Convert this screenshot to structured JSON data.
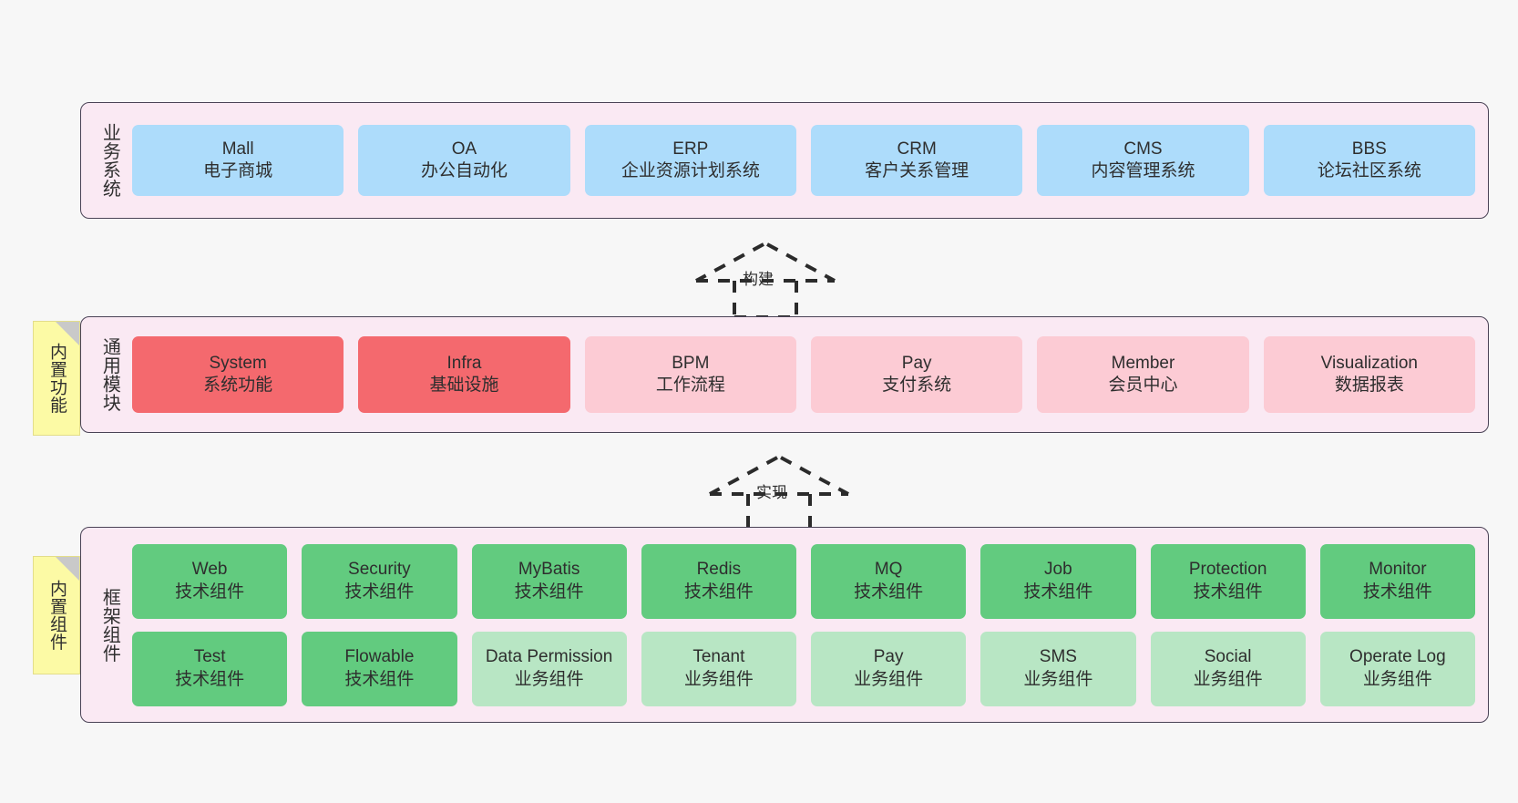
{
  "diagram": {
    "background_color": "#f7f7f7",
    "layer_fill": "#fae9f3",
    "layer_border": "#4a4356",
    "sticky_color": "#fcfaa5",
    "colors": {
      "business": "#addcfb",
      "module_core": "#f4696e",
      "module_ext": "#fccbd4",
      "tech_component": "#62cb7f",
      "biz_component": "#b8e6c4"
    }
  },
  "layers": [
    {
      "id": "business",
      "title": "业务系统",
      "rows": [
        {
          "cards": [
            {
              "en": "Mall",
              "cn": "电子商城",
              "color": "blue"
            },
            {
              "en": "OA",
              "cn": "办公自动化",
              "color": "blue"
            },
            {
              "en": "ERP",
              "cn": "企业资源计划系统",
              "color": "blue"
            },
            {
              "en": "CRM",
              "cn": "客户关系管理",
              "color": "blue"
            },
            {
              "en": "CMS",
              "cn": "内容管理系统",
              "color": "blue"
            },
            {
              "en": "BBS",
              "cn": "论坛社区系统",
              "color": "blue"
            }
          ]
        }
      ]
    },
    {
      "id": "module",
      "title": "通用模块",
      "sticky": "内置功能",
      "rows": [
        {
          "cards": [
            {
              "en": "System",
              "cn": "系统功能",
              "color": "red"
            },
            {
              "en": "Infra",
              "cn": "基础设施",
              "color": "red"
            },
            {
              "en": "BPM",
              "cn": "工作流程",
              "color": "pink"
            },
            {
              "en": "Pay",
              "cn": "支付系统",
              "color": "pink"
            },
            {
              "en": "Member",
              "cn": "会员中心",
              "color": "pink"
            },
            {
              "en": "Visualization",
              "cn": "数据报表",
              "color": "pink"
            }
          ]
        }
      ]
    },
    {
      "id": "framework",
      "title": "框架组件",
      "sticky": "内置组件",
      "rows": [
        {
          "cards": [
            {
              "en": "Web",
              "cn": "技术组件",
              "color": "green"
            },
            {
              "en": "Security",
              "cn": "技术组件",
              "color": "green"
            },
            {
              "en": "MyBatis",
              "cn": "技术组件",
              "color": "green"
            },
            {
              "en": "Redis",
              "cn": "技术组件",
              "color": "green"
            },
            {
              "en": "MQ",
              "cn": "技术组件",
              "color": "green"
            },
            {
              "en": "Job",
              "cn": "技术组件",
              "color": "green"
            },
            {
              "en": "Protection",
              "cn": "技术组件",
              "color": "green"
            },
            {
              "en": "Monitor",
              "cn": "技术组件",
              "color": "green"
            }
          ]
        },
        {
          "cards": [
            {
              "en": "Test",
              "cn": "技术组件",
              "color": "green"
            },
            {
              "en": "Flowable",
              "cn": "技术组件",
              "color": "green"
            },
            {
              "en": "Data Permission",
              "cn": "业务组件",
              "color": "green-light"
            },
            {
              "en": "Tenant",
              "cn": "业务组件",
              "color": "green-light"
            },
            {
              "en": "Pay",
              "cn": "业务组件",
              "color": "green-light"
            },
            {
              "en": "SMS",
              "cn": "业务组件",
              "color": "green-light"
            },
            {
              "en": "Social",
              "cn": "业务组件",
              "color": "green-light"
            },
            {
              "en": "Operate Log",
              "cn": "业务组件",
              "color": "green-light"
            }
          ]
        }
      ]
    }
  ],
  "connectors": [
    {
      "id": "build",
      "label": "构建",
      "from": "module",
      "to": "business"
    },
    {
      "id": "implement",
      "label": "实现",
      "from": "framework",
      "to": "module"
    }
  ]
}
